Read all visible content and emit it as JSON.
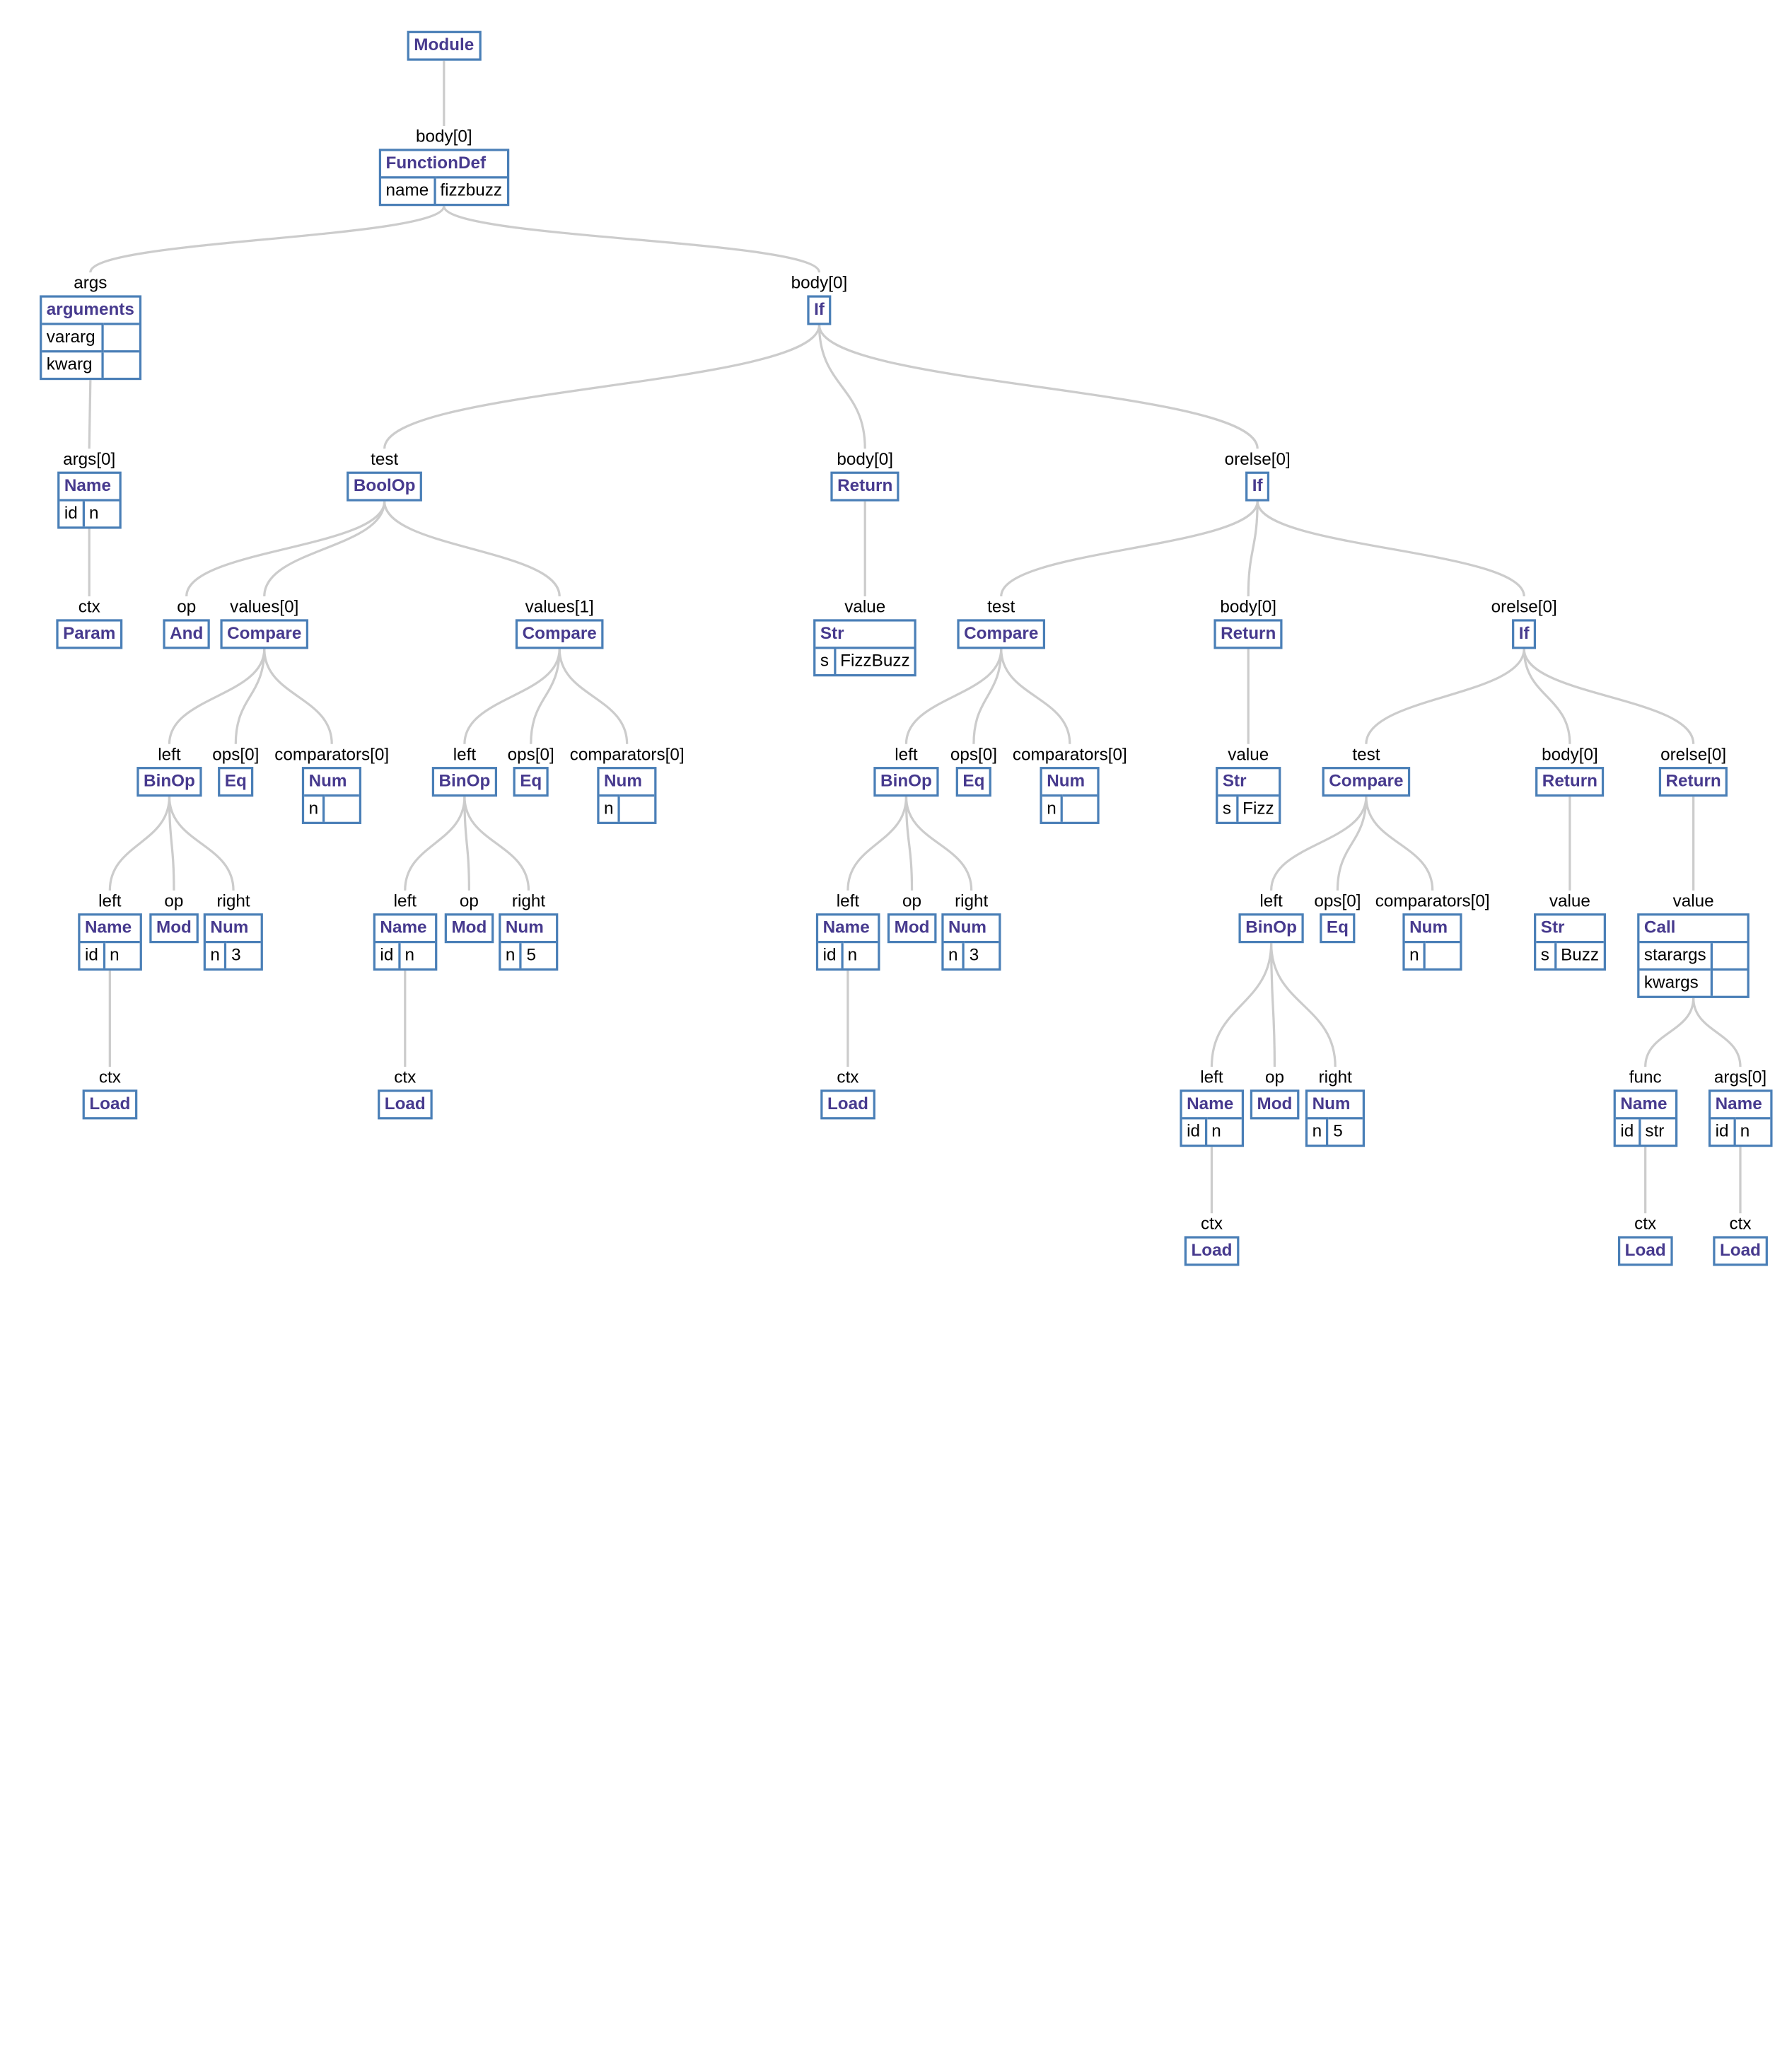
{
  "nodes": [
    {
      "id": "n1",
      "type": "Module"
    },
    {
      "id": "n2",
      "type": "FunctionDef",
      "fields": [
        [
          "name",
          "fizzbuzz"
        ]
      ]
    },
    {
      "id": "n3",
      "type": "arguments",
      "fields": [
        [
          "vararg",
          ""
        ],
        [
          "kwarg",
          ""
        ]
      ]
    },
    {
      "id": "n4",
      "type": "If"
    },
    {
      "id": "n5",
      "type": "Name",
      "fields": [
        [
          "id",
          "n"
        ]
      ]
    },
    {
      "id": "n6",
      "type": "Param"
    },
    {
      "id": "n7",
      "type": "BoolOp"
    },
    {
      "id": "n8",
      "type": "And"
    },
    {
      "id": "n9",
      "type": "Compare"
    },
    {
      "id": "n10",
      "type": "Compare"
    },
    {
      "id": "n11",
      "type": "BinOp"
    },
    {
      "id": "n12",
      "type": "Eq"
    },
    {
      "id": "n13",
      "type": "Num",
      "fields": [
        [
          "n",
          ""
        ]
      ]
    },
    {
      "id": "n14",
      "type": "Name",
      "fields": [
        [
          "id",
          "n"
        ]
      ]
    },
    {
      "id": "n15",
      "type": "Mod"
    },
    {
      "id": "n16",
      "type": "Num",
      "fields": [
        [
          "n",
          "3"
        ]
      ]
    },
    {
      "id": "n17",
      "type": "Load"
    },
    {
      "id": "n18",
      "type": "BinOp"
    },
    {
      "id": "n19",
      "type": "Eq"
    },
    {
      "id": "n20",
      "type": "Num",
      "fields": [
        [
          "n",
          ""
        ]
      ]
    },
    {
      "id": "n21",
      "type": "Name",
      "fields": [
        [
          "id",
          "n"
        ]
      ]
    },
    {
      "id": "n22",
      "type": "Mod"
    },
    {
      "id": "n23",
      "type": "Num",
      "fields": [
        [
          "n",
          "5"
        ]
      ]
    },
    {
      "id": "n24",
      "type": "Load"
    },
    {
      "id": "n25",
      "type": "Return"
    },
    {
      "id": "n26",
      "type": "Str",
      "fields": [
        [
          "s",
          "FizzBuzz"
        ]
      ]
    },
    {
      "id": "n27",
      "type": "If"
    },
    {
      "id": "n28",
      "type": "Compare"
    },
    {
      "id": "n29",
      "type": "BinOp"
    },
    {
      "id": "n30",
      "type": "Eq"
    },
    {
      "id": "n31",
      "type": "Num",
      "fields": [
        [
          "n",
          ""
        ]
      ]
    },
    {
      "id": "n32",
      "type": "Name",
      "fields": [
        [
          "id",
          "n"
        ]
      ]
    },
    {
      "id": "n33",
      "type": "Mod"
    },
    {
      "id": "n34",
      "type": "Num",
      "fields": [
        [
          "n",
          "3"
        ]
      ]
    },
    {
      "id": "n35",
      "type": "Load"
    },
    {
      "id": "n36",
      "type": "Return"
    },
    {
      "id": "n37",
      "type": "Str",
      "fields": [
        [
          "s",
          "Fizz"
        ]
      ]
    },
    {
      "id": "n38",
      "type": "If"
    },
    {
      "id": "n39",
      "type": "Compare"
    },
    {
      "id": "n40",
      "type": "BinOp"
    },
    {
      "id": "n41",
      "type": "Eq"
    },
    {
      "id": "n42",
      "type": "Num",
      "fields": [
        [
          "n",
          ""
        ]
      ]
    },
    {
      "id": "n43",
      "type": "Name",
      "fields": [
        [
          "id",
          "n"
        ]
      ]
    },
    {
      "id": "n44",
      "type": "Mod"
    },
    {
      "id": "n45",
      "type": "Num",
      "fields": [
        [
          "n",
          "5"
        ]
      ]
    },
    {
      "id": "n46",
      "type": "Load"
    },
    {
      "id": "n47",
      "type": "Return"
    },
    {
      "id": "n48",
      "type": "Str",
      "fields": [
        [
          "s",
          "Buzz"
        ]
      ]
    },
    {
      "id": "n49",
      "type": "Return"
    },
    {
      "id": "n50",
      "type": "Call",
      "fields": [
        [
          "starargs",
          ""
        ],
        [
          "kwargs",
          ""
        ]
      ]
    },
    {
      "id": "n51",
      "type": "Name",
      "fields": [
        [
          "id",
          "str"
        ]
      ]
    },
    {
      "id": "n52",
      "type": "Load"
    },
    {
      "id": "n53",
      "type": "Name",
      "fields": [
        [
          "id",
          "n"
        ]
      ]
    },
    {
      "id": "n54",
      "type": "Load"
    }
  ],
  "edges": [
    {
      "from": "n1",
      "to": "n2",
      "label": "body[0]"
    },
    {
      "from": "n2",
      "to": "n3",
      "label": "args"
    },
    {
      "from": "n2",
      "to": "n4",
      "label": "body[0]"
    },
    {
      "from": "n3",
      "to": "n5",
      "label": "args[0]"
    },
    {
      "from": "n5",
      "to": "n6",
      "label": "ctx"
    },
    {
      "from": "n4",
      "to": "n7",
      "label": "test"
    },
    {
      "from": "n4",
      "to": "n25",
      "label": "body[0]"
    },
    {
      "from": "n4",
      "to": "n27",
      "label": "orelse[0]"
    },
    {
      "from": "n7",
      "to": "n8",
      "label": "op"
    },
    {
      "from": "n7",
      "to": "n9",
      "label": "values[0]"
    },
    {
      "from": "n7",
      "to": "n10",
      "label": "values[1]"
    },
    {
      "from": "n9",
      "to": "n11",
      "label": "left"
    },
    {
      "from": "n9",
      "to": "n12",
      "label": "ops[0]"
    },
    {
      "from": "n9",
      "to": "n13",
      "label": "comparators[0]"
    },
    {
      "from": "n11",
      "to": "n14",
      "label": "left"
    },
    {
      "from": "n11",
      "to": "n15",
      "label": "op"
    },
    {
      "from": "n11",
      "to": "n16",
      "label": "right"
    },
    {
      "from": "n14",
      "to": "n17",
      "label": "ctx"
    },
    {
      "from": "n10",
      "to": "n18",
      "label": "left"
    },
    {
      "from": "n10",
      "to": "n19",
      "label": "ops[0]"
    },
    {
      "from": "n10",
      "to": "n20",
      "label": "comparators[0]"
    },
    {
      "from": "n18",
      "to": "n21",
      "label": "left"
    },
    {
      "from": "n18",
      "to": "n22",
      "label": "op"
    },
    {
      "from": "n18",
      "to": "n23",
      "label": "right"
    },
    {
      "from": "n21",
      "to": "n24",
      "label": "ctx"
    },
    {
      "from": "n25",
      "to": "n26",
      "label": "value"
    },
    {
      "from": "n27",
      "to": "n28",
      "label": "test"
    },
    {
      "from": "n27",
      "to": "n36",
      "label": "body[0]"
    },
    {
      "from": "n27",
      "to": "n38",
      "label": "orelse[0]"
    },
    {
      "from": "n28",
      "to": "n29",
      "label": "left"
    },
    {
      "from": "n28",
      "to": "n30",
      "label": "ops[0]"
    },
    {
      "from": "n28",
      "to": "n31",
      "label": "comparators[0]"
    },
    {
      "from": "n29",
      "to": "n32",
      "label": "left"
    },
    {
      "from": "n29",
      "to": "n33",
      "label": "op"
    },
    {
      "from": "n29",
      "to": "n34",
      "label": "right"
    },
    {
      "from": "n32",
      "to": "n35",
      "label": "ctx"
    },
    {
      "from": "n36",
      "to": "n37",
      "label": "value"
    },
    {
      "from": "n38",
      "to": "n39",
      "label": "test"
    },
    {
      "from": "n38",
      "to": "n47",
      "label": "body[0]"
    },
    {
      "from": "n38",
      "to": "n49",
      "label": "orelse[0]"
    },
    {
      "from": "n39",
      "to": "n40",
      "label": "left"
    },
    {
      "from": "n39",
      "to": "n41",
      "label": "ops[0]"
    },
    {
      "from": "n39",
      "to": "n42",
      "label": "comparators[0]"
    },
    {
      "from": "n40",
      "to": "n43",
      "label": "left"
    },
    {
      "from": "n40",
      "to": "n44",
      "label": "op"
    },
    {
      "from": "n40",
      "to": "n45",
      "label": "right"
    },
    {
      "from": "n43",
      "to": "n46",
      "label": "ctx"
    },
    {
      "from": "n47",
      "to": "n48",
      "label": "value"
    },
    {
      "from": "n49",
      "to": "n50",
      "label": "value"
    },
    {
      "from": "n50",
      "to": "n51",
      "label": "func"
    },
    {
      "from": "n50",
      "to": "n53",
      "label": "args[0]"
    },
    {
      "from": "n51",
      "to": "n52",
      "label": "ctx"
    },
    {
      "from": "n53",
      "to": "n54",
      "label": "ctx"
    }
  ],
  "colors": {
    "node_border": "#4a7fb7",
    "node_type_text": "#473a8e",
    "edge": "#cccccc"
  }
}
